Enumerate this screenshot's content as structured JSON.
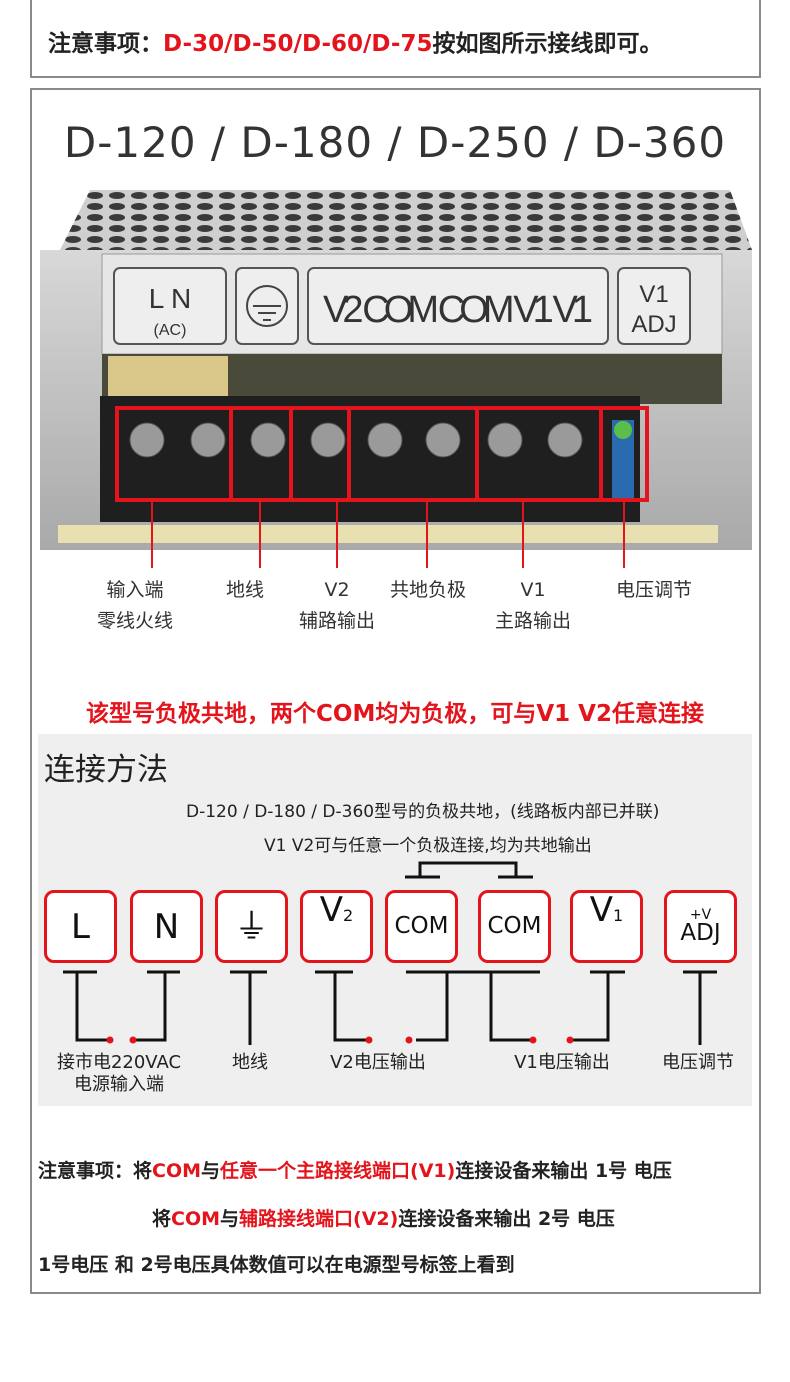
{
  "top_note": {
    "prefix": "注意事项：",
    "models": "D-30/D-50/D-60/D-75",
    "suffix": "按如图所示接线即可。"
  },
  "title": "D-120 / D-180 / D-250 / D-360",
  "photo": {
    "label_plate": {
      "ac": "L  N",
      "ac_sub": "(AC)",
      "outputs": "V2 COM COM V1 V1",
      "adj_top": "V1",
      "adj_bottom": "ADJ"
    },
    "callouts": [
      {
        "line1": "输入端",
        "line2": "零线火线"
      },
      {
        "line1": "地线",
        "line2": ""
      },
      {
        "line1": "V2",
        "line2": "辅路输出"
      },
      {
        "line1": "共地负极",
        "line2": ""
      },
      {
        "line1": "V1",
        "line2": "主路输出"
      },
      {
        "line1": "电压调节",
        "line2": ""
      }
    ]
  },
  "warning": "该型号负极共地，两个COM均为负极，可与V1 V2任意连接",
  "method": {
    "title": "连接方法",
    "desc1": "D-120 / D-180 / D-360型号的负极共地，(线路板内部已并联)",
    "desc2": "V1  V2可与任意一个负极连接,均为共地输出",
    "terminals": [
      {
        "main": "L",
        "sub": ""
      },
      {
        "main": "N",
        "sub": ""
      },
      {
        "main": "⏚",
        "sub": ""
      },
      {
        "main": "V",
        "sub": "2"
      },
      {
        "main": "COM",
        "sub": ""
      },
      {
        "main": "COM",
        "sub": ""
      },
      {
        "main": "V",
        "sub": "1"
      },
      {
        "main": "ADJ",
        "sub": "+V"
      }
    ],
    "labels": {
      "mains1": "接市电220VAC",
      "mains2": "电源输入端",
      "ground": "地线",
      "v2": "V2电压输出",
      "v1": "V1电压输出",
      "adj": "电压调节"
    }
  },
  "notes": {
    "l1": {
      "a": "注意事项：将",
      "b": "COM",
      "c": "与",
      "d": "任意一个主路接线端口(V1)",
      "e": "连接设备来输出 1号 电压"
    },
    "l2": {
      "a": "将",
      "b": "COM",
      "c": "与",
      "d": "辅路接线端口(V2)",
      "e": "连接设备来输出 2号 电压"
    },
    "l3": "1号电压 和 2号电压具体数值可以在电源型号标签上看到"
  },
  "colors": {
    "accent": "#e3141b",
    "panel": "#efefef"
  }
}
